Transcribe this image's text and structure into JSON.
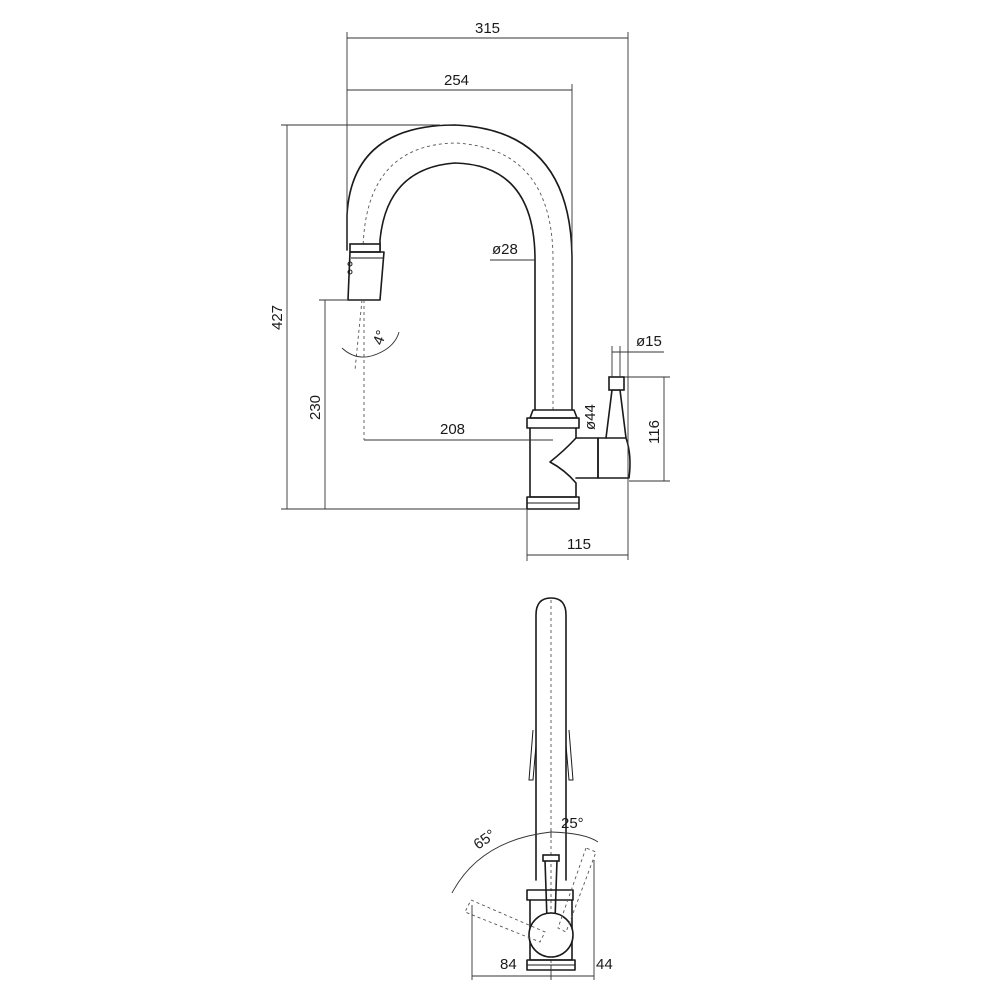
{
  "dimensions": {
    "width_total": "315",
    "width_spout": "254",
    "height_total": "427",
    "height_spout": "230",
    "reach": "208",
    "diameter_spout": "ø28",
    "diameter_handle": "ø15",
    "diameter_body": "ø44",
    "handle_height": "116",
    "body_depth": "115",
    "spray_angle": "4°",
    "rotation_left": "65°",
    "rotation_right": "25°",
    "swing_left": "84",
    "swing_right": "44"
  }
}
